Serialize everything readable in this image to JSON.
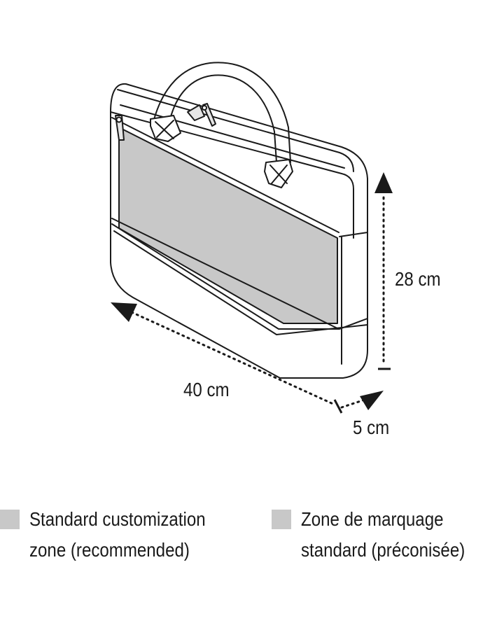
{
  "dimensions": {
    "width": "40 cm",
    "height": "28 cm",
    "depth": "5 cm"
  },
  "legend": {
    "english": {
      "line1": "Standard customization",
      "line2": "zone (recommended)"
    },
    "french": {
      "line1": "Zone de marquage",
      "line2": "standard (préconisée)"
    }
  },
  "colors": {
    "zone_fill": "#c8c8c8",
    "outline": "#1a1a1a"
  }
}
